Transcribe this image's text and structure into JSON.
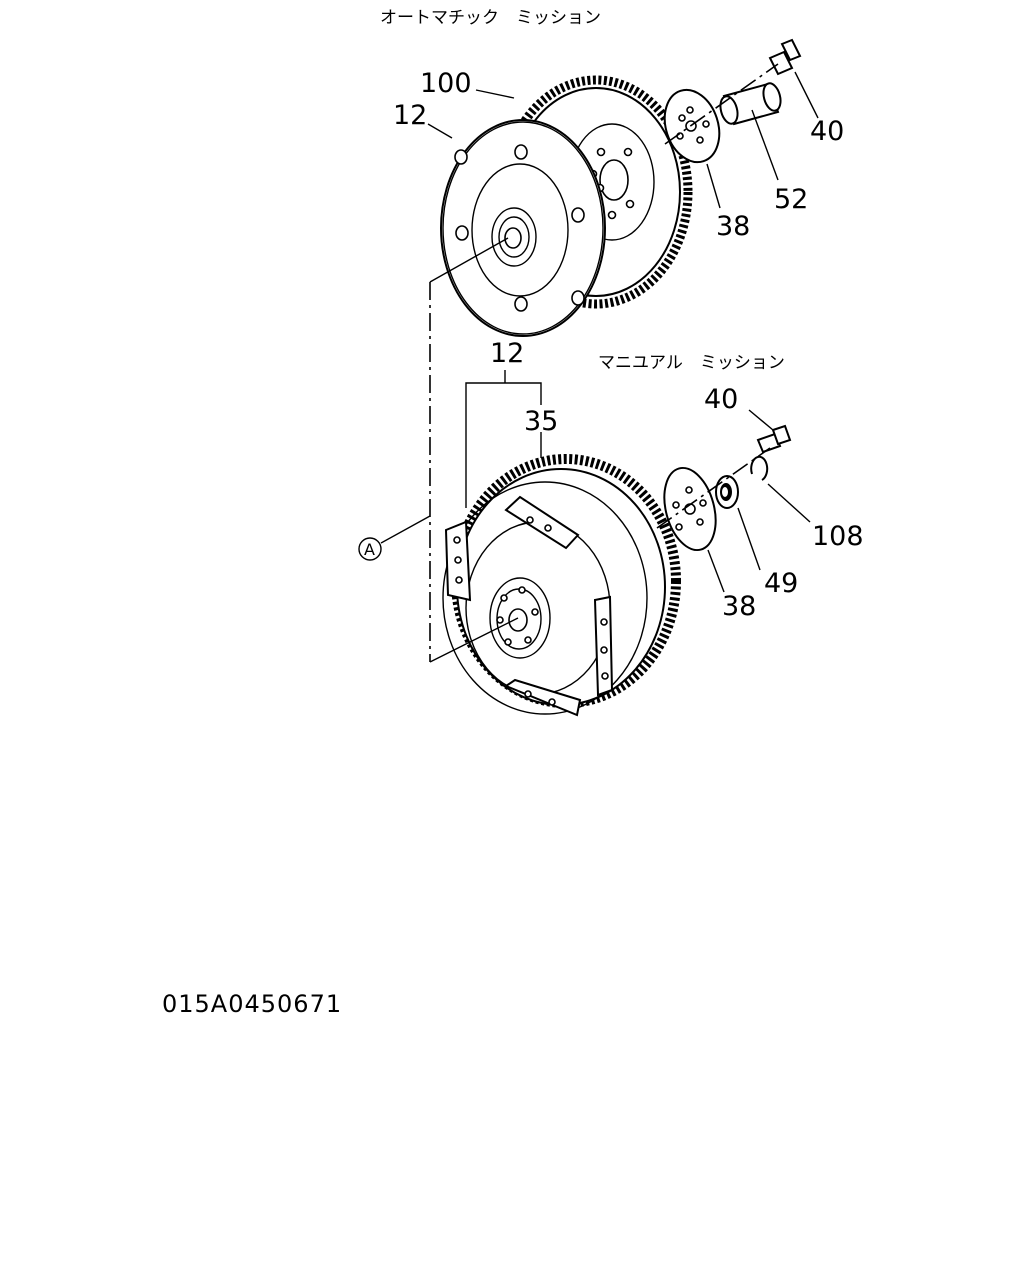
{
  "automatic": {
    "title": "オートマチック　ミッション",
    "labels": {
      "ring_gear": "100",
      "flywheel": "12",
      "bolt": "40",
      "sleeve": "52",
      "plate": "38"
    }
  },
  "manual": {
    "title": "マニユアル　ミッション",
    "labels": {
      "flywheel": "12",
      "ring_gear": "35",
      "bolt": "40",
      "snap_ring": "108",
      "plate": "38",
      "bearing": "49"
    }
  },
  "reference": "A",
  "drawing_code": "015A0450671"
}
